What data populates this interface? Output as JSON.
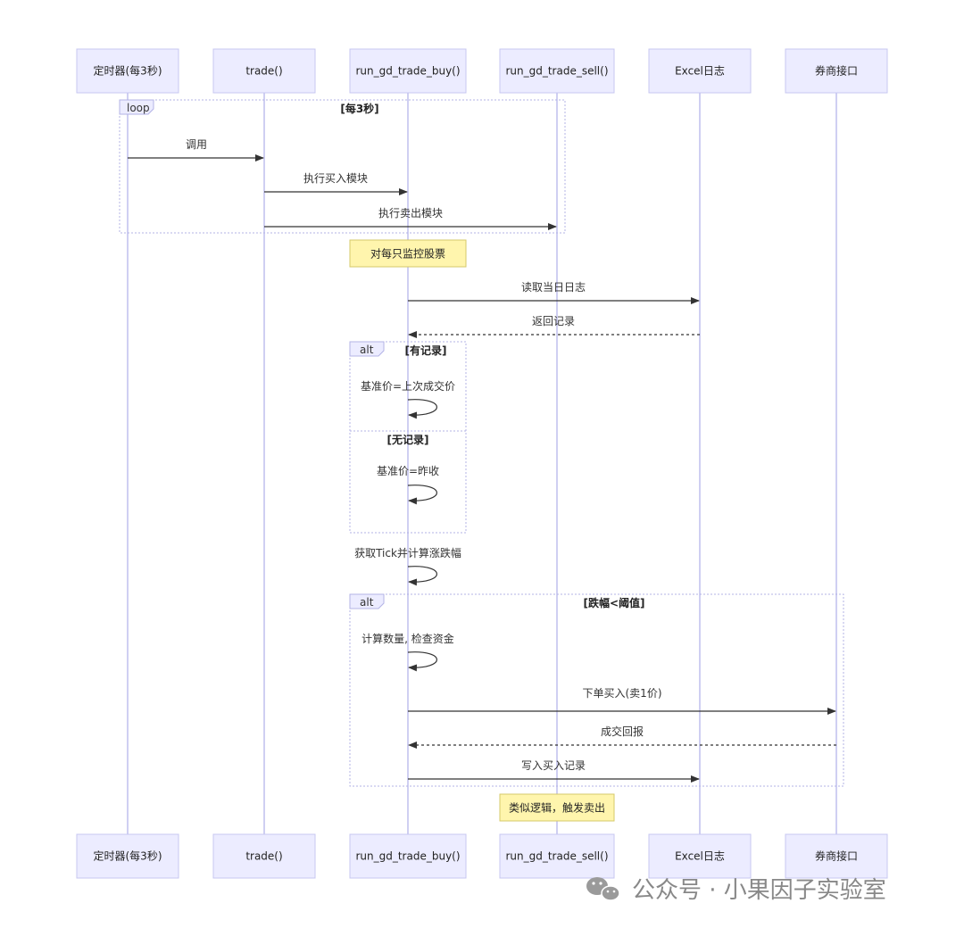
{
  "actors": [
    {
      "id": "timer",
      "label": "定时器(每3秒)"
    },
    {
      "id": "trade",
      "label": "trade()"
    },
    {
      "id": "buy",
      "label": "run_gd_trade_buy()"
    },
    {
      "id": "sell",
      "label": "run_gd_trade_sell()"
    },
    {
      "id": "excel",
      "label": "Excel日志"
    },
    {
      "id": "broker",
      "label": "券商接口"
    }
  ],
  "frames": [
    {
      "kind": "loop",
      "condition": "[每3秒]"
    },
    {
      "kind": "alt",
      "condition": "[有记录]",
      "else_condition": "[无记录]"
    },
    {
      "kind": "alt",
      "condition": "[跌幅<阈值]"
    }
  ],
  "messages": [
    {
      "from": "timer",
      "to": "trade",
      "text": "调用",
      "dashed": false
    },
    {
      "from": "trade",
      "to": "buy",
      "text": "执行买入模块",
      "dashed": false
    },
    {
      "from": "trade",
      "to": "sell",
      "text": "执行卖出模块",
      "dashed": false
    },
    {
      "from": "buy",
      "to": "excel",
      "text": "读取当日日志",
      "dashed": false
    },
    {
      "from": "excel",
      "to": "buy",
      "text": "返回记录",
      "dashed": true
    },
    {
      "from": "buy",
      "to": "buy",
      "text": "基准价=上次成交价",
      "self": true
    },
    {
      "from": "buy",
      "to": "buy",
      "text": "基准价=昨收",
      "self": true
    },
    {
      "from": "buy",
      "to": "buy",
      "text": "获取Tick并计算涨跌幅",
      "self": true
    },
    {
      "from": "buy",
      "to": "buy",
      "text": "计算数量, 检查资金",
      "self": true
    },
    {
      "from": "buy",
      "to": "broker",
      "text": "下单买入(卖1价)",
      "dashed": false
    },
    {
      "from": "broker",
      "to": "buy",
      "text": "成交回报",
      "dashed": true
    },
    {
      "from": "buy",
      "to": "excel",
      "text": "写入买入记录",
      "dashed": false
    }
  ],
  "notes": [
    {
      "over": "buy",
      "text": "对每只监控股票"
    },
    {
      "over": "sell",
      "text": "类似逻辑，触发卖出"
    }
  ],
  "watermark": {
    "icon": "wechat-icon",
    "text": "公众号 · 小果因子实验室"
  }
}
